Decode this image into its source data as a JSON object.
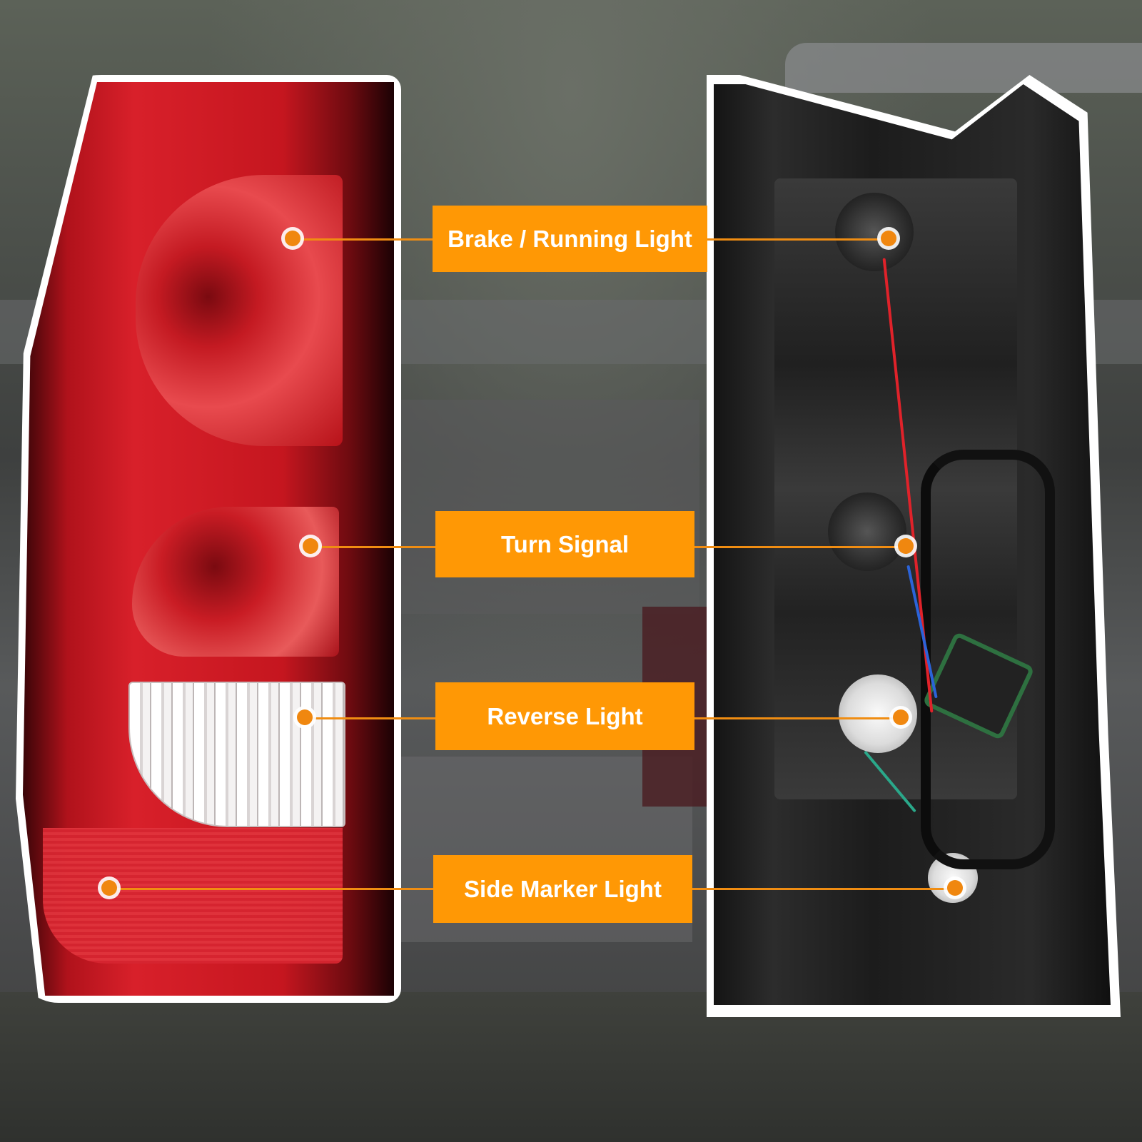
{
  "image": {
    "description": "Product photo of a red/clear automotive tail light assembly shown from the front and back, with orange callout labels identifying each lamp function",
    "background": "blurred pickup truck tailgate"
  },
  "colors": {
    "callout_fill": "#ff9805",
    "callout_text": "#ffffff",
    "leader_line": "#f08d12",
    "lens_red": "#d8202a",
    "housing_black": "#1c1c1c"
  },
  "callouts": [
    {
      "label": "Brake / Running Light"
    },
    {
      "label": "Turn Signal"
    },
    {
      "label": "Reverse Light"
    },
    {
      "label": "Side Marker Light"
    }
  ]
}
